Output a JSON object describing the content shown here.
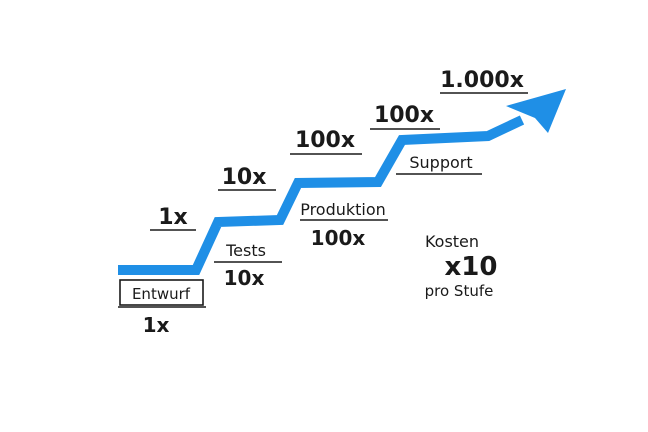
{
  "colors": {
    "arrow": "#1f8fe6",
    "ink": "#1a1a1a",
    "background": "#ffffff"
  },
  "steps": [
    {
      "name": "Entwurf",
      "cost_below": "1x",
      "cost_above": "1x"
    },
    {
      "name": "Tests",
      "cost_below": "10x",
      "cost_above": "10x"
    },
    {
      "name": "Produktion",
      "cost_below": "100x",
      "cost_above": "100x"
    },
    {
      "name": "Support",
      "cost_above": "100x"
    }
  ],
  "final_cost": "1.000x",
  "note": {
    "line1": "Kosten",
    "line2": "x10",
    "line3": "pro Stufe"
  }
}
